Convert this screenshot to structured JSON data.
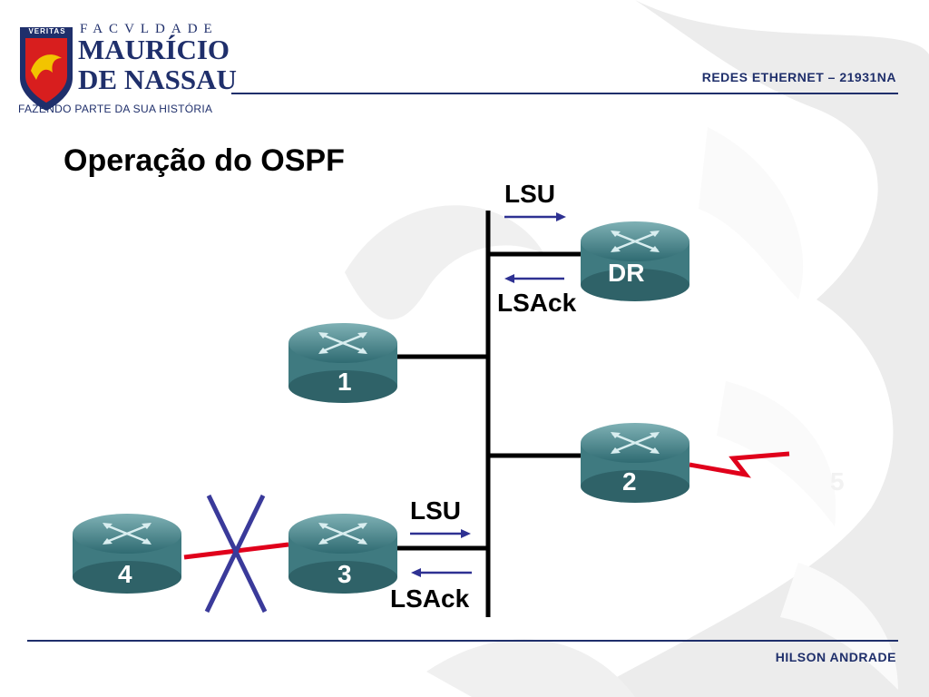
{
  "header": {
    "brand_small": "FACVLDADE",
    "brand_line1": "MAURÍCIO",
    "brand_line2": "DE NASSAU",
    "crest_text": "VERITAS",
    "tagline": "FAZENDO PARTE DA SUA HISTÓRIA",
    "course": "REDES ETHERNET – 21931NA"
  },
  "slide": {
    "title": "Operação do OSPF"
  },
  "diagram": {
    "routers": [
      {
        "id": "dr",
        "label": "DR"
      },
      {
        "id": "1",
        "label": "1"
      },
      {
        "id": "2",
        "label": "2"
      },
      {
        "id": "3",
        "label": "3"
      },
      {
        "id": "4",
        "label": "4"
      },
      {
        "id": "5",
        "label": "5"
      }
    ],
    "messages": {
      "lsu_top": "LSU",
      "lsack_top": "LSAck",
      "lsu_bottom": "LSU",
      "lsack_bottom": "LSAck"
    },
    "colors": {
      "arrow": "#2e3192",
      "wan_link": "#e0001b",
      "failure_x": "#3a3a9a",
      "router_body": "#4f8a90"
    }
  },
  "footer": {
    "author": "HILSON ANDRADE"
  }
}
